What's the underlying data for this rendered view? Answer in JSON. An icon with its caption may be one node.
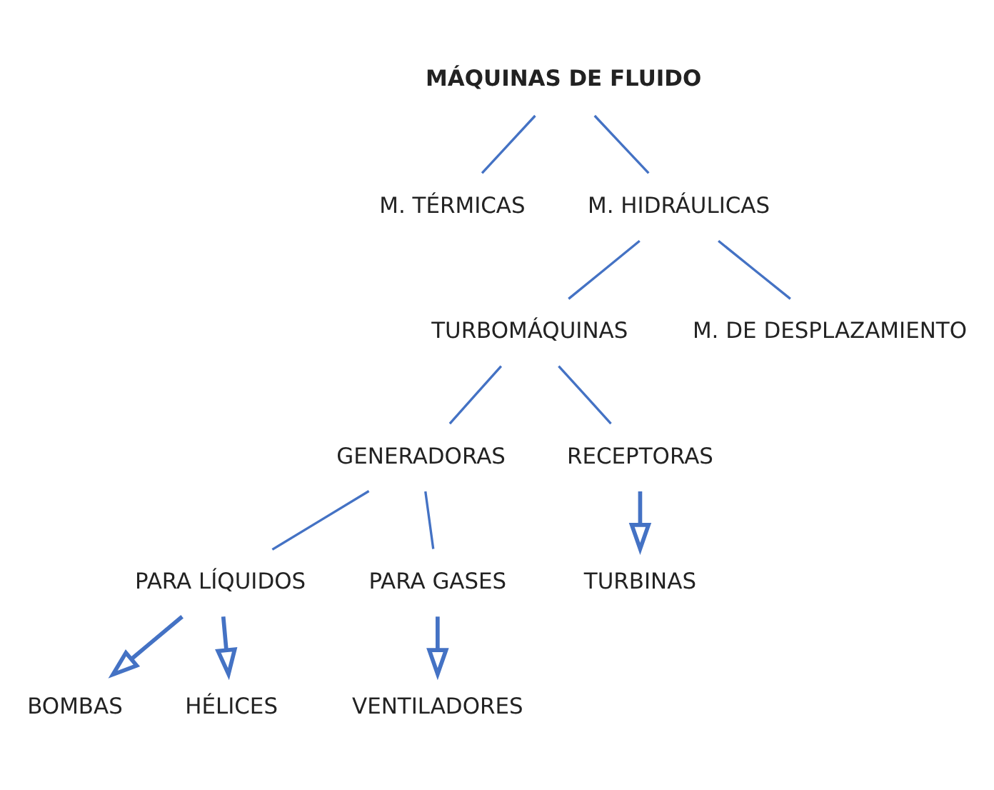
{
  "diagram": {
    "nodes": [
      {
        "text": [
          "MÁQUINAS DE FLUIDO"
        ]
      },
      {
        "text": [
          "M. TÉRMICAS"
        ]
      },
      {
        "text": [
          "M. HIDRÁULICAS"
        ]
      },
      {
        "text": [
          "TURBOMÁQUINAS"
        ]
      },
      {
        "text": [
          "M. DE DESPLAZAMIENTO"
        ]
      },
      {
        "text": [
          "GENERADORAS"
        ]
      },
      {
        "text": [
          "RECEPTORAS"
        ]
      },
      {
        "text": [
          "TURBINAS"
        ]
      },
      {
        "text": [
          "PARA LÍQUIDOS"
        ]
      },
      {
        "text": [
          "PARA GASES"
        ]
      },
      {
        "text": [
          "BOMBAS"
        ]
      },
      {
        "text": [
          "HÉLICES"
        ]
      },
      {
        "text": [
          "VENTILADORES"
        ]
      }
    ],
    "edges": [
      {
        "from": 0,
        "to": 1,
        "arrow": "none"
      },
      {
        "from": 0,
        "to": 2,
        "arrow": "none"
      },
      {
        "from": 2,
        "to": 3,
        "arrow": "none"
      },
      {
        "from": 2,
        "to": 4,
        "arrow": "none"
      },
      {
        "from": 3,
        "to": 5,
        "arrow": "none"
      },
      {
        "from": 3,
        "to": 6,
        "arrow": "none"
      },
      {
        "from": 6,
        "to": 7,
        "arrow": "to"
      },
      {
        "from": 5,
        "to": 8,
        "arrow": "none"
      },
      {
        "from": 5,
        "to": 9,
        "arrow": "none"
      },
      {
        "from": 8,
        "to": 10,
        "arrow": "to"
      },
      {
        "from": 8,
        "to": 11,
        "arrow": "to"
      },
      {
        "from": 9,
        "to": 12,
        "arrow": "to"
      }
    ]
  }
}
